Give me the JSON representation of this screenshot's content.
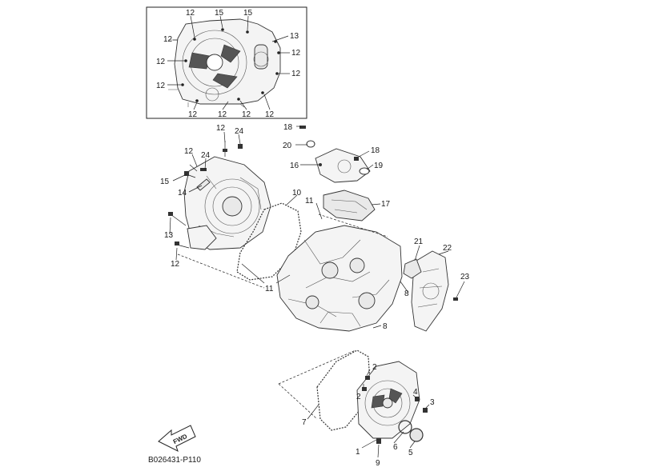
{
  "diagram_code": "B026431-P110",
  "fwd_label": "FWD",
  "inset_callouts": [
    {
      "id": "inset-12-a",
      "text": "12"
    },
    {
      "id": "inset-15-a",
      "text": "15"
    },
    {
      "id": "inset-15-b",
      "text": "15"
    },
    {
      "id": "inset-13",
      "text": "13"
    },
    {
      "id": "inset-12-b",
      "text": "12"
    },
    {
      "id": "inset-12-c",
      "text": "12"
    },
    {
      "id": "inset-12-d",
      "text": "12"
    },
    {
      "id": "inset-12-e",
      "text": "12"
    },
    {
      "id": "inset-12-f",
      "text": "12"
    },
    {
      "id": "inset-12-g",
      "text": "12"
    },
    {
      "id": "inset-12-h",
      "text": "12"
    },
    {
      "id": "inset-12-i",
      "text": "12"
    },
    {
      "id": "inset-12-j",
      "text": "12"
    }
  ],
  "callouts": [
    {
      "id": "c-12-top",
      "text": "12"
    },
    {
      "id": "c-24-top",
      "text": "24"
    },
    {
      "id": "c-12-left",
      "text": "12"
    },
    {
      "id": "c-24-left",
      "text": "24"
    },
    {
      "id": "c-15",
      "text": "15"
    },
    {
      "id": "c-14",
      "text": "14"
    },
    {
      "id": "c-10",
      "text": "10"
    },
    {
      "id": "c-13",
      "text": "13"
    },
    {
      "id": "c-12-low",
      "text": "12"
    },
    {
      "id": "c-11-mid",
      "text": "11"
    },
    {
      "id": "c-11-low",
      "text": "11"
    },
    {
      "id": "c-18-top",
      "text": "18"
    },
    {
      "id": "c-20",
      "text": "20"
    },
    {
      "id": "c-16",
      "text": "16"
    },
    {
      "id": "c-18-right",
      "text": "18"
    },
    {
      "id": "c-19",
      "text": "19"
    },
    {
      "id": "c-17",
      "text": "17"
    },
    {
      "id": "c-21",
      "text": "21"
    },
    {
      "id": "c-22",
      "text": "22"
    },
    {
      "id": "c-23",
      "text": "23"
    },
    {
      "id": "c-8-a",
      "text": "8"
    },
    {
      "id": "c-8-b",
      "text": "8"
    },
    {
      "id": "c-2-a",
      "text": "2"
    },
    {
      "id": "c-2-b",
      "text": "2"
    },
    {
      "id": "c-4",
      "text": "4"
    },
    {
      "id": "c-3",
      "text": "3"
    },
    {
      "id": "c-7",
      "text": "7"
    },
    {
      "id": "c-1",
      "text": "1"
    },
    {
      "id": "c-6",
      "text": "6"
    },
    {
      "id": "c-9",
      "text": "9"
    },
    {
      "id": "c-5",
      "text": "5"
    }
  ]
}
